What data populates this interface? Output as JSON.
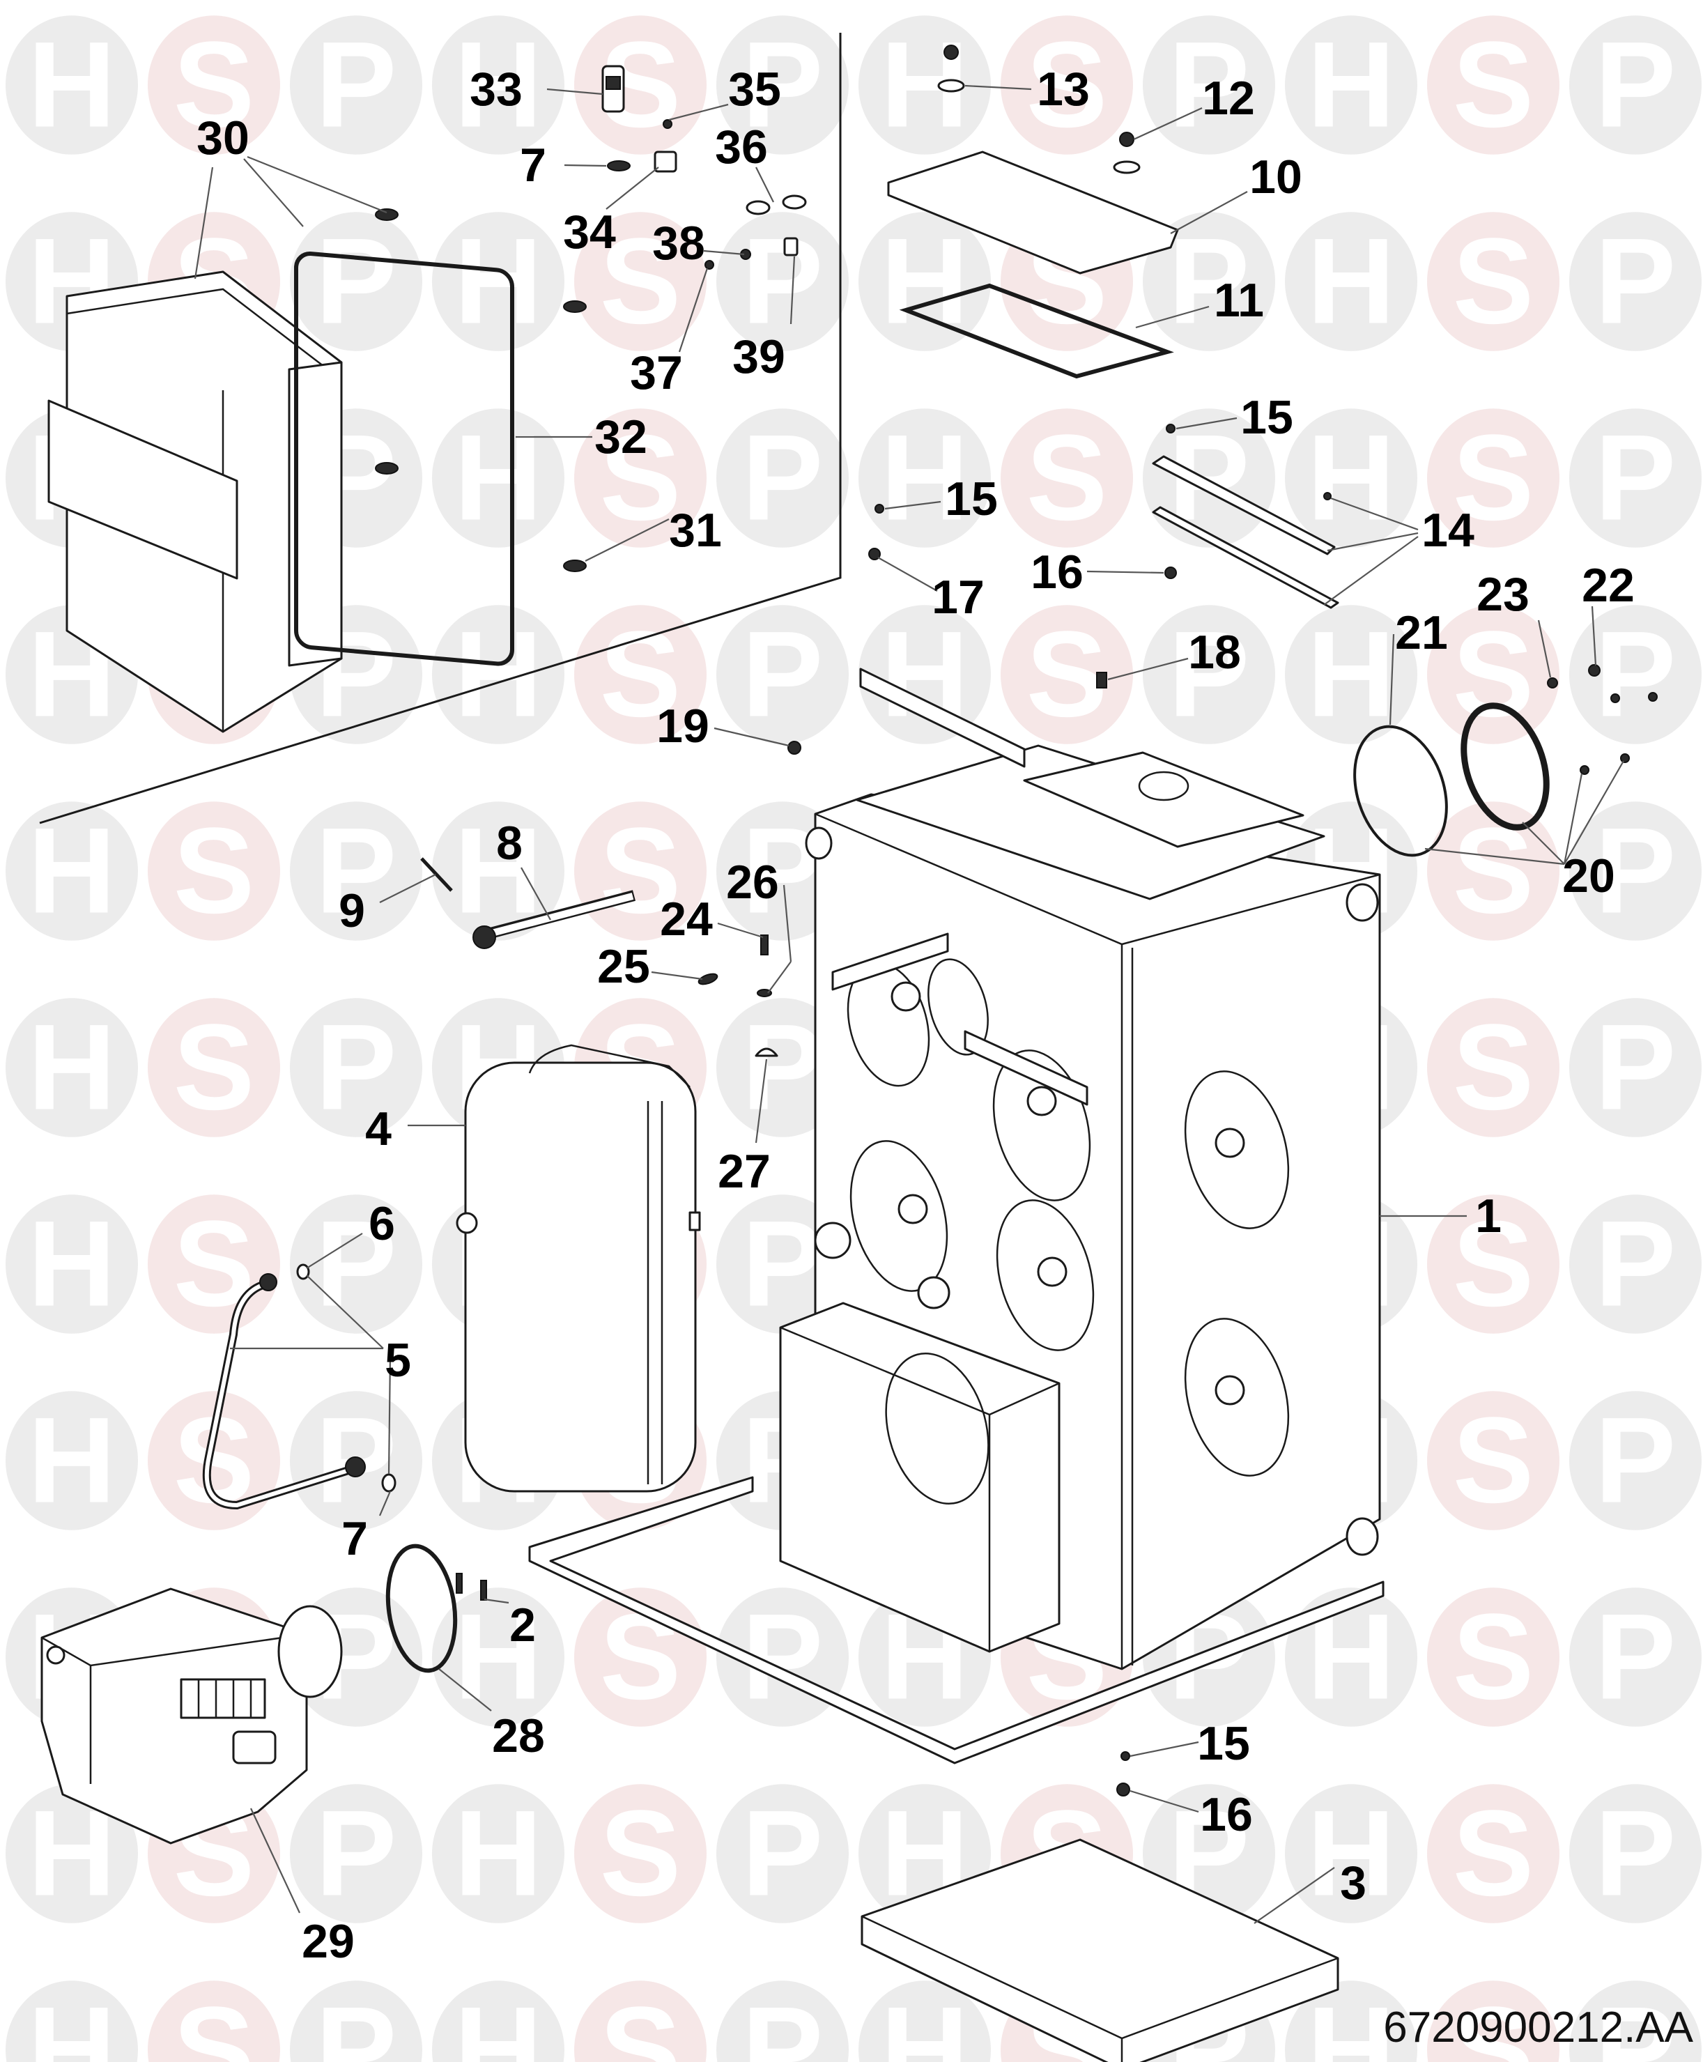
{
  "diagram": {
    "title": "Boiler exploded parts diagram",
    "drawing_code": "6720900212.AA",
    "watermark": {
      "letters": [
        "H",
        "S",
        "P"
      ],
      "colors": {
        "gray_circle": "#ececec",
        "pink_circle": "#f6e7e7",
        "letter": "#ffffff"
      }
    },
    "colors": {
      "line": "#1a1a1a",
      "label": "#000000",
      "background": "#ffffff"
    },
    "callouts": {
      "c1": "1",
      "c2": "2",
      "c3": "3",
      "c4": "4",
      "c5": "5",
      "c6": "6",
      "c7_top": "7",
      "c7_bottom": "7",
      "c8": "8",
      "c9": "9",
      "c10": "10",
      "c11": "11",
      "c12": "12",
      "c13": "13",
      "c14": "14",
      "c15_a": "15",
      "c15_b": "15",
      "c15_c": "15",
      "c16_a": "16",
      "c16_b": "16",
      "c17": "17",
      "c18": "18",
      "c19": "19",
      "c20": "20",
      "c21": "21",
      "c22": "22",
      "c23": "23",
      "c24": "24",
      "c25": "25",
      "c26": "26",
      "c27": "27",
      "c28": "28",
      "c29": "29",
      "c30": "30",
      "c31": "31",
      "c32": "32",
      "c33": "33",
      "c34": "34",
      "c35": "35",
      "c36": "36",
      "c37": "37",
      "c38": "38",
      "c39": "39"
    }
  }
}
